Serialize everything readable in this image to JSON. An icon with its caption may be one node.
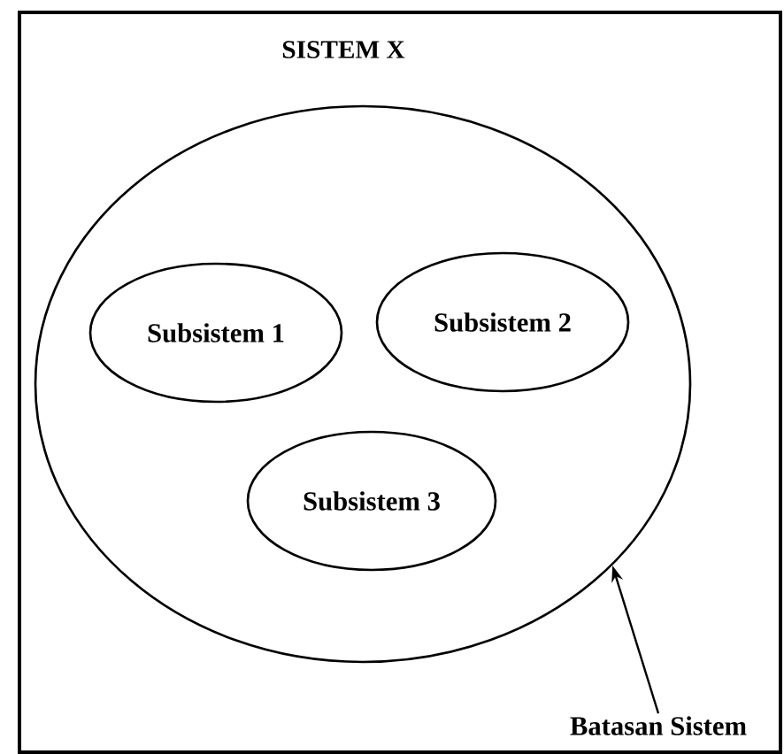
{
  "diagram": {
    "title": "SISTEM X",
    "nodes": [
      {
        "text": [],
        "shape": "circle"
      },
      {
        "text": [
          "Subsistem 1"
        ],
        "in": 0
      },
      {
        "text": [
          "Subsistem 2"
        ],
        "in": 0
      },
      {
        "text": [
          "Subsistem 3"
        ],
        "in": 0
      },
      {
        "text": [
          "Batasan Sistem"
        ]
      }
    ],
    "edges": [
      {
        "from": 4,
        "to": 0,
        "arrow": "to"
      }
    ]
  }
}
